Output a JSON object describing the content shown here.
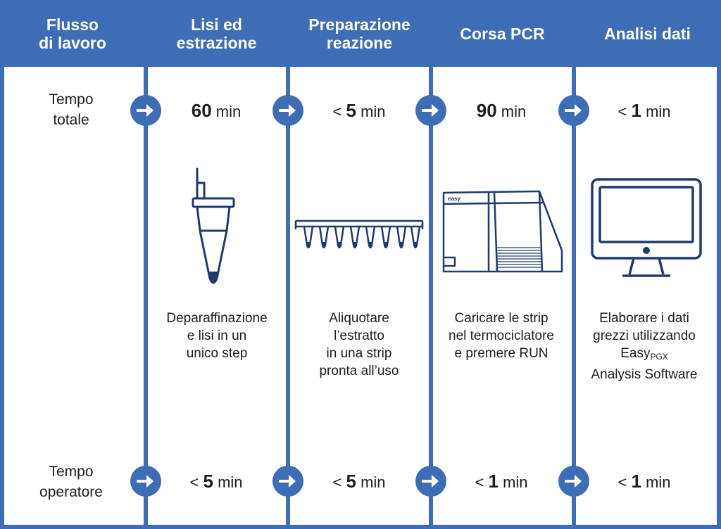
{
  "colors": {
    "primary": "#3d6db5",
    "icon": "#1f3a6e",
    "text": "#1d1d1b"
  },
  "header": {
    "col0": [
      "Flusso",
      "di lavoro"
    ],
    "col1": [
      "Lisi ed",
      "estrazione"
    ],
    "col2": [
      "Preparazione",
      "reazione"
    ],
    "col3": [
      "Corsa PCR"
    ],
    "col4": [
      "Analisi dati"
    ]
  },
  "rows": {
    "total_label": [
      "Tempo",
      "totale"
    ],
    "operator_label": [
      "Tempo",
      "operatore"
    ]
  },
  "total_time": [
    {
      "prefix": "",
      "value": "60",
      "unit": "min"
    },
    {
      "prefix": "<",
      "value": "5",
      "unit": "min"
    },
    {
      "prefix": "",
      "value": "90",
      "unit": "min"
    },
    {
      "prefix": "<",
      "value": "1",
      "unit": "min"
    }
  ],
  "operator_time": [
    {
      "prefix": "<",
      "value": "5",
      "unit": "min"
    },
    {
      "prefix": "<",
      "value": "5",
      "unit": "min"
    },
    {
      "prefix": "<",
      "value": "1",
      "unit": "min"
    },
    {
      "prefix": "<",
      "value": "1",
      "unit": "min"
    }
  ],
  "descriptions": {
    "col1": [
      "Deparaffinazione",
      "e lisi in un",
      "unico step"
    ],
    "col2": [
      "Aliquotare",
      "l’estratto",
      "in una strip",
      "pronta all’uso"
    ],
    "col3": [
      "Caricare le strip",
      "nel termociclatore",
      "e  premere RUN"
    ],
    "col4": {
      "line1": "Elaborare i  dati",
      "line2": "grezzi  utilizzando",
      "brand": "Easy",
      "brand_sub": "PGX",
      "line4": "Analysis Software"
    }
  },
  "icons": {
    "col1": "microtube-icon",
    "col2": "pcr-strip-icon",
    "col3": "thermocycler-icon",
    "col4": "monitor-icon",
    "arrow": "arrow-right-circle-icon"
  },
  "device_label": "easy"
}
